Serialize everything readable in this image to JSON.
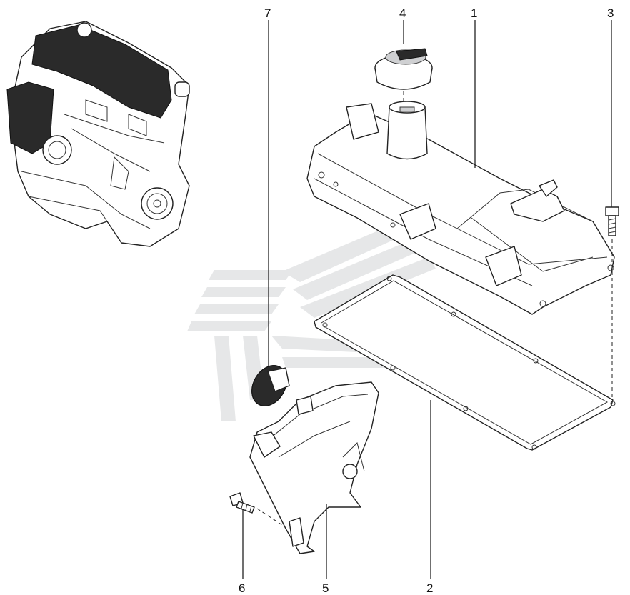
{
  "callouts": {
    "c1": "1",
    "c2": "2",
    "c3": "3",
    "c4": "4",
    "c5": "5",
    "c6": "6",
    "c7": "7"
  },
  "colors": {
    "line": "#222222",
    "watermark": "#e6e7e8",
    "engine_dark": "#2a2a2a"
  },
  "icons": {
    "watermark": "stylized-logo-watermark"
  }
}
